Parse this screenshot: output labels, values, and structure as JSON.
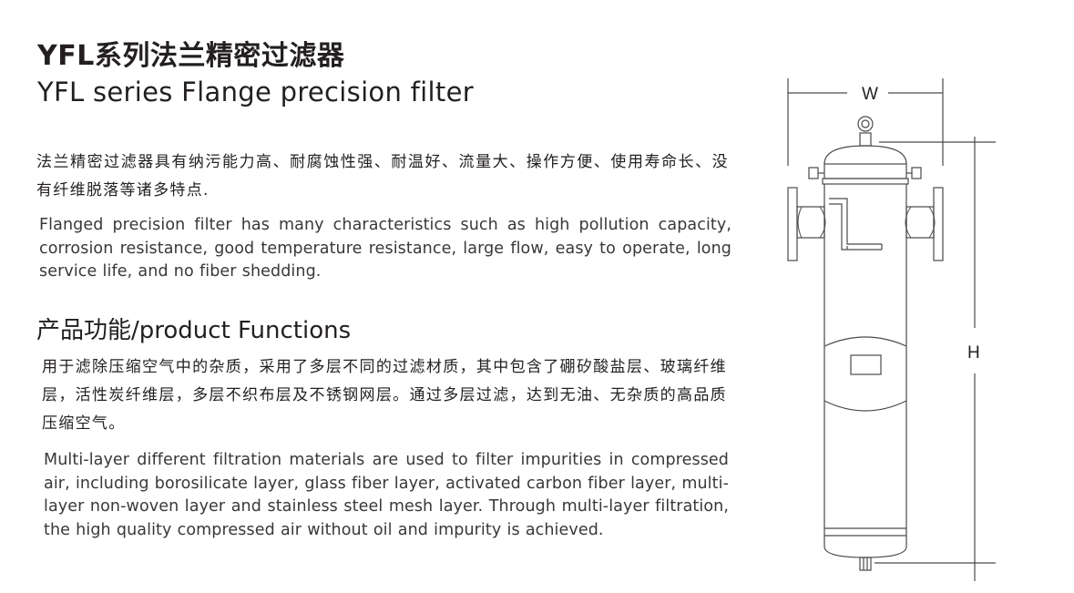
{
  "header": {
    "title_cn": "YFL系列法兰精密过滤器",
    "title_en": "YFL series Flange precision filter"
  },
  "intro": {
    "cn": "法兰精密过滤器具有纳污能力高、耐腐蚀性强、耐温好、流量大、操作方便、使用寿命长、没有纤维脱落等诸多特点.",
    "en": "Flanged precision filter has many characteristics such as high pollution capacity, corrosion resistance, good temperature resistance, large flow, easy to operate, long service life, and no fiber shedding."
  },
  "functions": {
    "title": "产品功能/product Functions",
    "cn": "用于滤除压缩空气中的杂质，采用了多层不同的过滤材质，其中包含了硼矽酸盐层、玻璃纤维层，活性炭纤维层，多层不织布层及不锈钢网层。通过多层过滤，达到无油、无杂质的高品质压缩空气。",
    "en": "Multi-layer different filtration materials are used to filter impurities in compressed air, including borosilicate layer, glass fiber layer, activated carbon fiber layer, multi-layer non-woven layer and stainless steel mesh layer. Through multi-layer filtration, the high quality compressed air without oil and impurity is achieved."
  },
  "diagram": {
    "width_label": "W",
    "height_label": "H"
  }
}
